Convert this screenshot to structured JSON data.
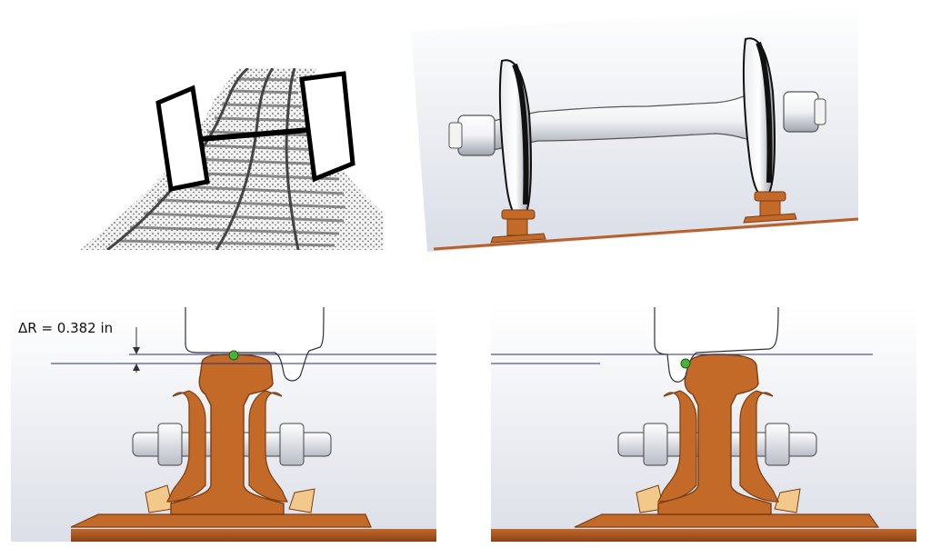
{
  "annotation": {
    "delta_r_label": "ΔR = 0.382 in"
  },
  "colors": {
    "rail": "#c46a28",
    "rail_edge": "#7a3e12",
    "ground": "#b9602a",
    "contact_point": "#4caf3a",
    "reference_line": "#2a2f7a",
    "wheel_outline": "#333333",
    "panel_bg_top": "#ffffff",
    "panel_bg_bottom": "#dfe2ea",
    "pad": "#f2c98a"
  },
  "icons": {
    "track_sketch": "railway-track-with-wheelset-sketch",
    "wheelset_model": "wheelset-3d-model",
    "contact_left": "wheel-rail-contact-flat",
    "contact_right": "wheel-rail-contact-flange"
  }
}
